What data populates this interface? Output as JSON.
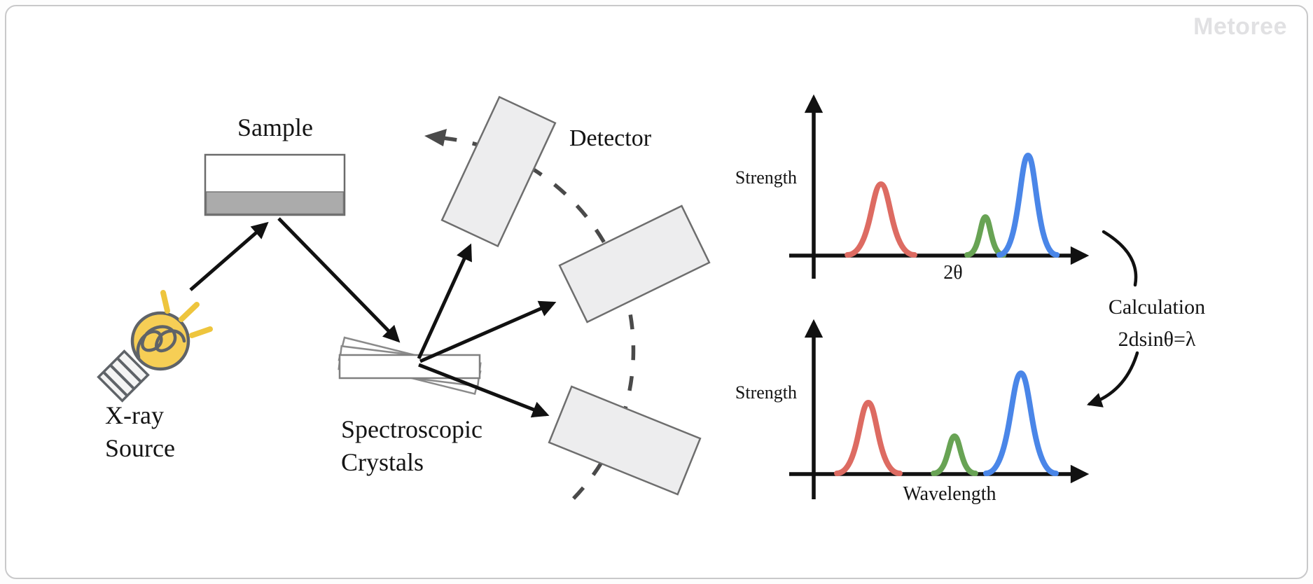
{
  "brand": {
    "logo": "Metoree"
  },
  "labels": {
    "sample": "Sample",
    "detector": "Detector",
    "xray_line1": "X-ray",
    "xray_line2": "Source",
    "crystals_line1": "Spectroscopic",
    "crystals_line2": "Crystals"
  },
  "calculation": {
    "line1": "Calculation",
    "line2": "2dsinθ=λ"
  },
  "colors": {
    "red": "#dd6b62",
    "green": "#68a354",
    "blue": "#4a86e8",
    "bulb_yellow": "#f6ce55",
    "ray_yellow": "#eec53d",
    "axis_black": "#111111",
    "arc_gray": "#4a4a4a",
    "detector_fill": "#ededee",
    "detector_border": "#6e6e6e",
    "sample_gray": "#ababab",
    "logo_gray": "#e1e1e3"
  },
  "chart_data": [
    {
      "type": "line",
      "title": "Diffraction-angle spectrum",
      "xlabel": "2θ",
      "ylabel": "Strength",
      "xlim": [
        0,
        1
      ],
      "ylim": [
        0,
        1
      ],
      "grid": false,
      "peaks": [
        {
          "series": "red",
          "center": 0.312,
          "height": 0.51,
          "halfwidth": 0.114
        },
        {
          "series": "green",
          "center": 0.667,
          "height": 0.275,
          "halfwidth": 0.062
        },
        {
          "series": "blue",
          "center": 0.812,
          "height": 0.715,
          "halfwidth": 0.098
        }
      ]
    },
    {
      "type": "line",
      "title": "Wavelength spectrum",
      "xlabel": "Wavelength",
      "ylabel": "Strength",
      "xlim": [
        0,
        1
      ],
      "ylim": [
        0,
        1
      ],
      "grid": false,
      "peaks": [
        {
          "series": "red",
          "center": 0.269,
          "height": 0.51,
          "halfwidth": 0.107
        },
        {
          "series": "green",
          "center": 0.562,
          "height": 0.27,
          "halfwidth": 0.071
        },
        {
          "series": "blue",
          "center": 0.788,
          "height": 0.72,
          "halfwidth": 0.119
        }
      ]
    }
  ]
}
